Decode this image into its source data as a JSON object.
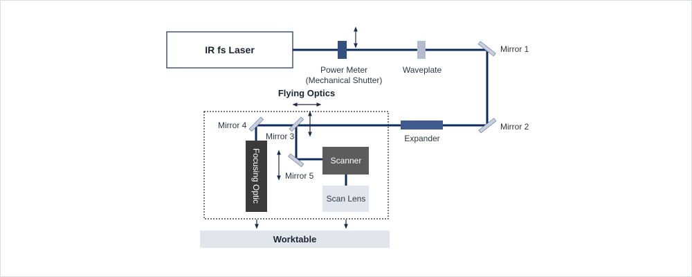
{
  "components": {
    "laser": "IR fs Laser",
    "power_meter_line1": "Power Meter",
    "power_meter_line2": "(Mechanical Shutter)",
    "waveplate": "Waveplate",
    "mirror1": "Mirror 1",
    "mirror2": "Mirror 2",
    "expander": "Expander",
    "flying_optics": "Flying Optics",
    "mirror3": "Mirror 3",
    "mirror4": "Mirror 4",
    "mirror5": "Mirror 5",
    "focusing_optic": "Focusing Optic",
    "scanner": "Scanner",
    "scan_lens": "Scan Lens",
    "worktable": "Worktable"
  },
  "colors": {
    "beam": "#0d2a5c",
    "expander": "#3f5a8c",
    "power_meter": "#33507f",
    "waveplate": "#b4bdd0",
    "mirror": "#c8d0e0",
    "dark_block": "#3a3a3a",
    "scanner": "#5c5c5c",
    "light_block": "#e3e5ed"
  }
}
